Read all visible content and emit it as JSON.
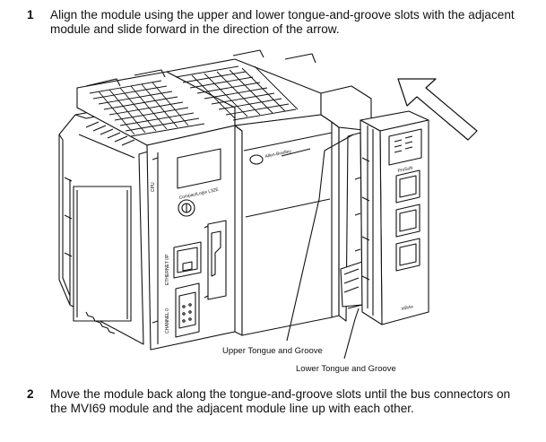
{
  "steps": [
    {
      "number": "1",
      "text": "Align the module using the upper and lower tongue-and-groove slots with the adjacent module and slide forward in the direction of the arrow."
    },
    {
      "number": "2",
      "text": "Move the module back along the tongue-and-groove slots until the bus connectors on the MVI69 module and the adjacent module line up with each other."
    }
  ],
  "figure": {
    "callouts": {
      "upper": "Upper Tongue and Groove",
      "lower": "Lower Tongue and Groove"
    },
    "labels": {
      "controller_model": "CompactLogix L32E",
      "brand": "Allen-Bradley",
      "prosoft": "ProSoft",
      "inrax": "inRAx",
      "cpu": "CPU",
      "ethernet": "ETHERNET I/P",
      "channel0": "CHANNEL 0"
    }
  }
}
